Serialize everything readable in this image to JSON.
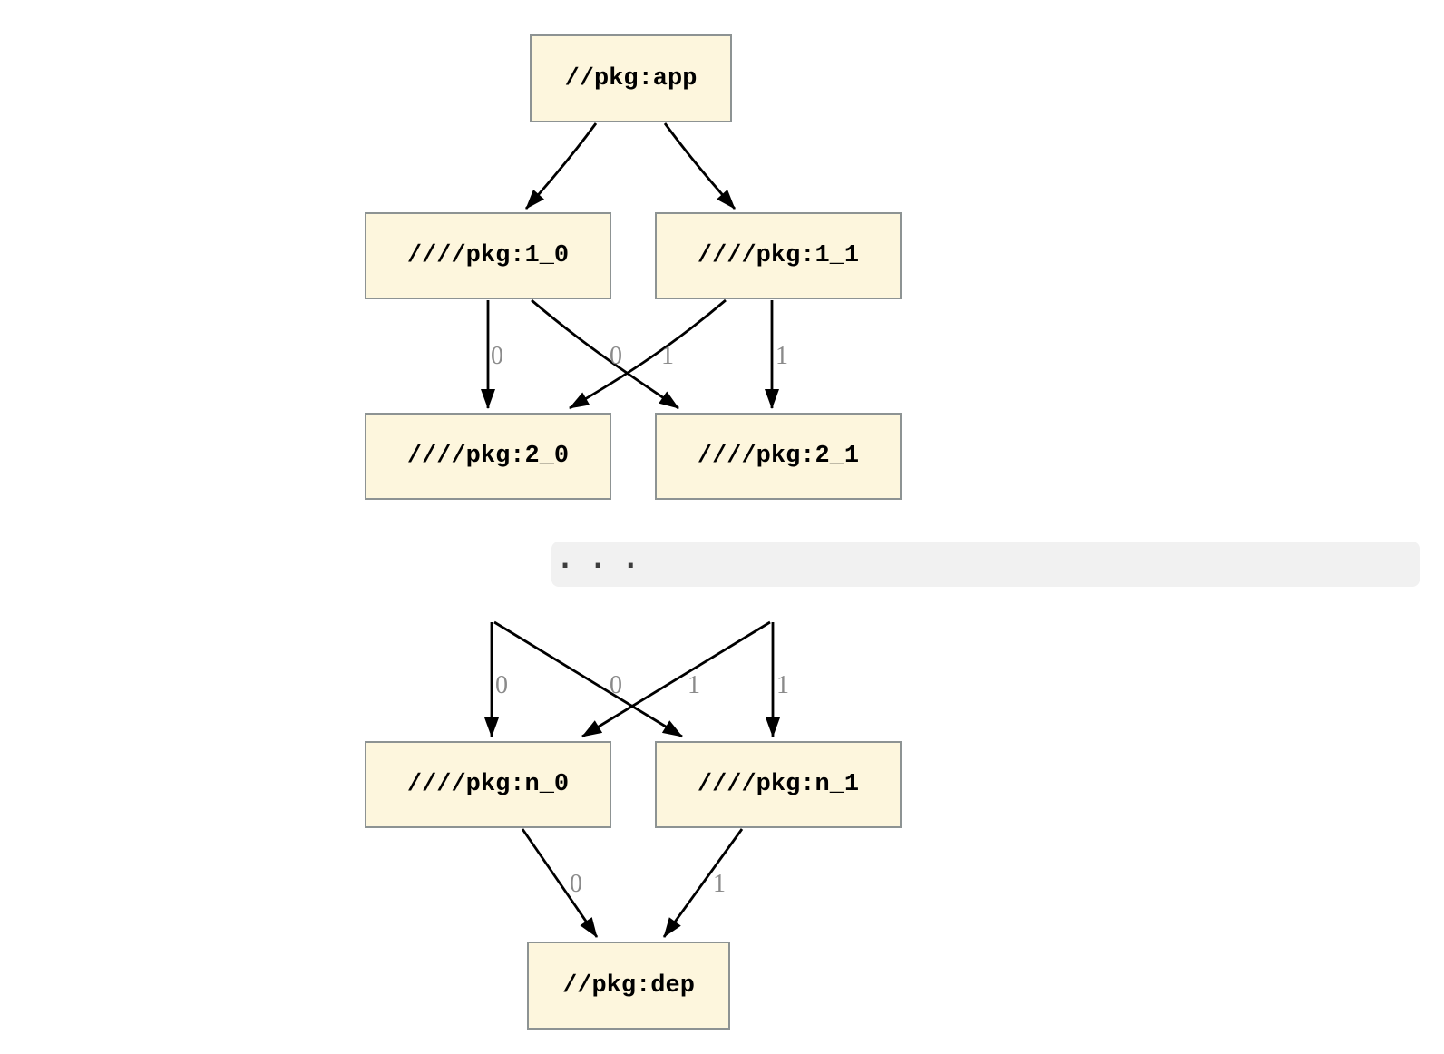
{
  "diagram": {
    "kind": "build-dependency-graph",
    "nodes": {
      "app": {
        "label": "//pkg:app"
      },
      "l1_0": {
        "label": "////pkg:1_0"
      },
      "l1_1": {
        "label": "////pkg:1_1"
      },
      "l2_0": {
        "label": "////pkg:2_0"
      },
      "l2_1": {
        "label": "////pkg:2_1"
      },
      "ln_0": {
        "label": "////pkg:n_0"
      },
      "ln_1": {
        "label": "////pkg:n_1"
      },
      "dep": {
        "label": "//pkg:dep"
      }
    },
    "edges": [
      {
        "from": "//pkg:app",
        "to": "////pkg:1_0",
        "label": ""
      },
      {
        "from": "//pkg:app",
        "to": "////pkg:1_1",
        "label": ""
      },
      {
        "from": "////pkg:1_0",
        "to": "////pkg:2_0",
        "label": "0"
      },
      {
        "from": "////pkg:1_0",
        "to": "////pkg:2_1",
        "label": "1"
      },
      {
        "from": "////pkg:1_1",
        "to": "////pkg:2_0",
        "label": "0"
      },
      {
        "from": "////pkg:1_1",
        "to": "////pkg:2_1",
        "label": "1"
      },
      {
        "from": ". . .",
        "to": "////pkg:n_0",
        "label": "0"
      },
      {
        "from": ". . .",
        "to": "////pkg:n_1",
        "label": "1"
      },
      {
        "from": ". . .",
        "to": "////pkg:n_0",
        "label": "0"
      },
      {
        "from": ". . .",
        "to": "////pkg:n_1",
        "label": "1"
      },
      {
        "from": "////pkg:n_0",
        "to": "//pkg:dep",
        "label": "0"
      },
      {
        "from": "////pkg:n_1",
        "to": "//pkg:dep",
        "label": "1"
      }
    ],
    "ellipsis": ". . .",
    "colors": {
      "node_fill": "#fdf6dd",
      "node_border": "#8d9393",
      "edge": "#000000",
      "edge_label": "#8a8a8a",
      "band_bg": "#f1f1f1",
      "background": "#ffffff"
    }
  }
}
